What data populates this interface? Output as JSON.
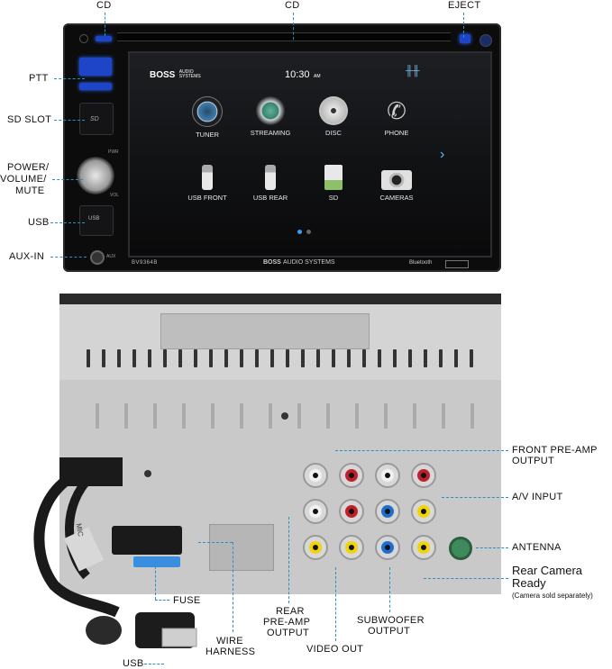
{
  "labels": {
    "cd_left": "CD",
    "cd_top": "CD",
    "eject": "EJECT",
    "ptt": "PTT",
    "sd_slot": "SD SLOT",
    "power_1": "POWER/",
    "power_2": "VOLUME/",
    "power_3": "MUTE",
    "usb_front": "USB",
    "aux_in": "AUX-IN",
    "front_preamp_1": "FRONT PRE-AMP",
    "front_preamp_2": "OUTPUT",
    "av_input": "A/V INPUT",
    "antenna": "ANTENNA",
    "rear_camera_1": "Rear Camera",
    "rear_camera_2": "Ready",
    "rear_camera_note": "(Camera sold separately)",
    "fuse": "FUSE",
    "rear_preamp_1": "REAR",
    "rear_preamp_2": "PRE-AMP",
    "rear_preamp_3": "OUTPUT",
    "subwoofer_1": "SUBWOOFER",
    "subwoofer_2": "OUTPUT",
    "wire_harness_1": "WIRE",
    "wire_harness_2": "HARNESS",
    "video_out": "VIDEO OUT",
    "usb_cable": "USB"
  },
  "screen": {
    "brand_1": "BOSS",
    "brand_2": "AUDIO SYSTEMS",
    "time": "10:30",
    "ampm": "AM",
    "apps": [
      {
        "label": "TUNER",
        "icon": "tuner-icon"
      },
      {
        "label": "STREAMING",
        "icon": "streaming-icon"
      },
      {
        "label": "DISC",
        "icon": "disc-icon"
      },
      {
        "label": "PHONE",
        "icon": "phone-icon"
      },
      {
        "label": "USB FRONT",
        "icon": "usb-drive-icon"
      },
      {
        "label": "USB REAR",
        "icon": "usb-drive-icon"
      },
      {
        "label": "SD",
        "icon": "sd-card-icon"
      },
      {
        "label": "CAMERAS",
        "icon": "camera-icon"
      }
    ]
  },
  "faceplate": {
    "model": "BV9364B",
    "brand": "AUDIO SYSTEMS",
    "brand_bold": "BOSS",
    "bluetooth": "Bluetooth",
    "usb_btn": "USB",
    "aux": "AUX",
    "vol": "VOL",
    "pwr": "PWR",
    "mic_tag": "MIC"
  },
  "colors": {
    "accent": "#2a8fc4",
    "button_glow": "#1e44c8",
    "rca_white": "#f2f2f2",
    "rca_red": "#c0202a",
    "rca_yellow": "#f2d400",
    "rca_blue": "#1f6fd0",
    "antenna_green": "#3f8a5c"
  }
}
